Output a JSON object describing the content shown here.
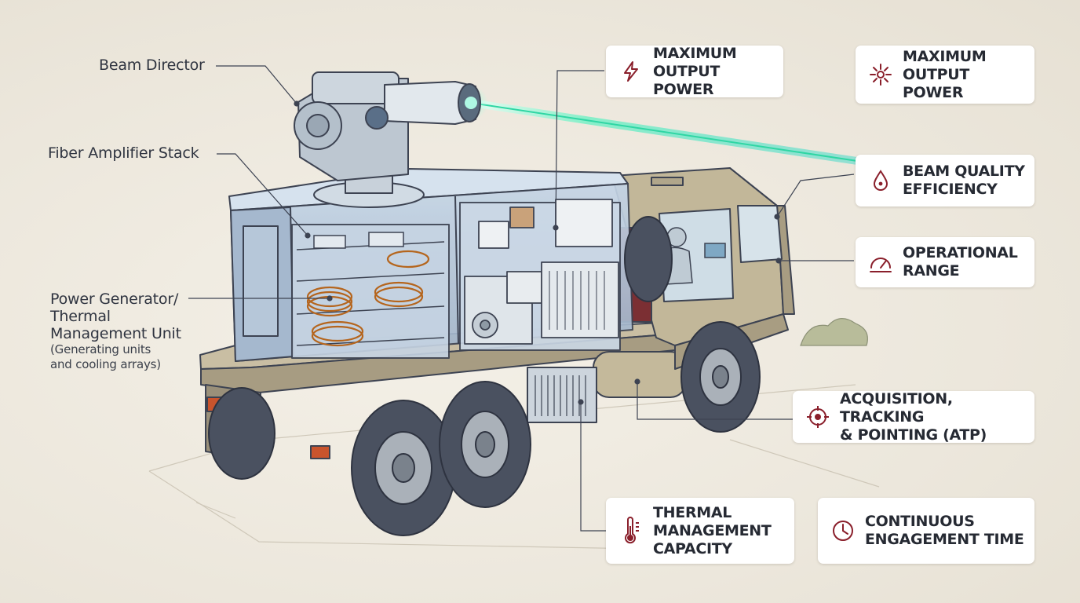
{
  "labels": {
    "beam_director": "Beam Director",
    "fiber_amplifier": "Fiber Amplifier Stack",
    "power_generator_l1": "Power Generator/",
    "power_generator_l2": "Thermal",
    "power_generator_l3": "Management Unit",
    "power_generator_sub_l1": "(Generating units",
    "power_generator_sub_l2": "and cooling arrays)"
  },
  "cards": [
    {
      "icon": "lightning-icon",
      "line1": "MAXIMUM",
      "line2": "OUTPUT POWER"
    },
    {
      "icon": "burst-icon",
      "line1": "MAXIMUM",
      "line2": "OUTPUT POWER"
    },
    {
      "icon": "drop-icon",
      "line1": "BEAM QUALITY",
      "line2": "EFFICIENCY"
    },
    {
      "icon": "gauge-icon",
      "line1": "OPERATIONAL",
      "line2": "RANGE"
    },
    {
      "icon": "crosshair-icon",
      "line1": "ACQUISITION, TRACKING",
      "line2": "& POINTING (ATP)"
    },
    {
      "icon": "thermometer-icon",
      "line1": "THERMAL",
      "line2": "MANAGEMENT",
      "line3": "CAPACITY"
    },
    {
      "icon": "clock-icon",
      "line1": "CONTINUOUS",
      "line2": "ENGAGEMENT TIME"
    }
  ],
  "colors": {
    "accent": "#8a1f2b",
    "beam": "#3ee0b0",
    "truck_body": "#b9ae93",
    "container": "#aebfd3",
    "outline": "#3d4352"
  }
}
